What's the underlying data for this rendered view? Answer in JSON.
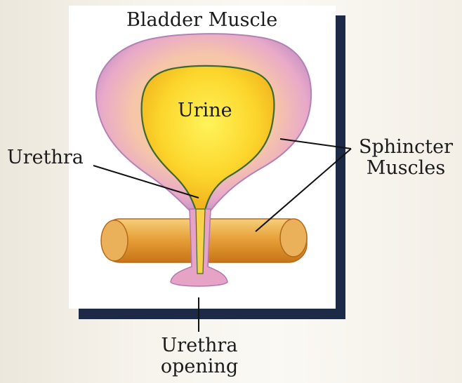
{
  "labels": {
    "bladder_muscle": "Bladder Muscle",
    "urine": "Urine",
    "urethra": "Urethra",
    "sphincter_line1": "Sphincter",
    "sphincter_line2": "Muscles",
    "opening_line1": "Urethra",
    "opening_line2": "opening"
  },
  "colors": {
    "frame_shadow": "#1c2a48",
    "panel": "#ffffff",
    "bladder_outer": "#d9a7c8",
    "bladder_inner": "#f0c0a6",
    "urine": "#f9cf2c",
    "sphincter": "#e9a232",
    "leader_line": "#111111"
  }
}
